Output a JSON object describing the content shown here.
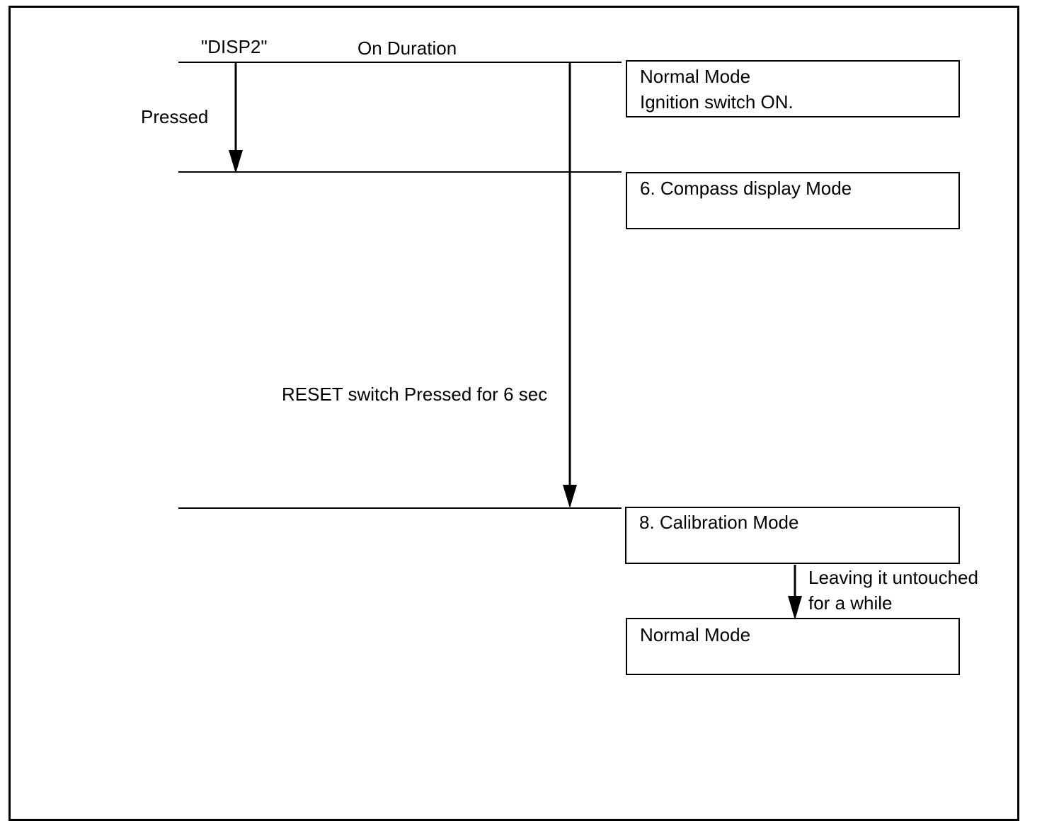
{
  "labels": {
    "disp2": "\"DISP2\"",
    "on_duration": "On Duration",
    "pressed": "Pressed",
    "reset_pressed": "RESET switch Pressed for 6 sec",
    "leaving_line1": "Leaving it untouched",
    "leaving_line2": "for a while"
  },
  "modes": {
    "normal_start": {
      "line1": "Normal Mode",
      "line2": "Ignition switch ON."
    },
    "compass": {
      "line1": "6. Compass display Mode"
    },
    "calibration": {
      "line1": "8. Calibration Mode"
    },
    "normal_end": {
      "line1": "Normal Mode"
    }
  }
}
